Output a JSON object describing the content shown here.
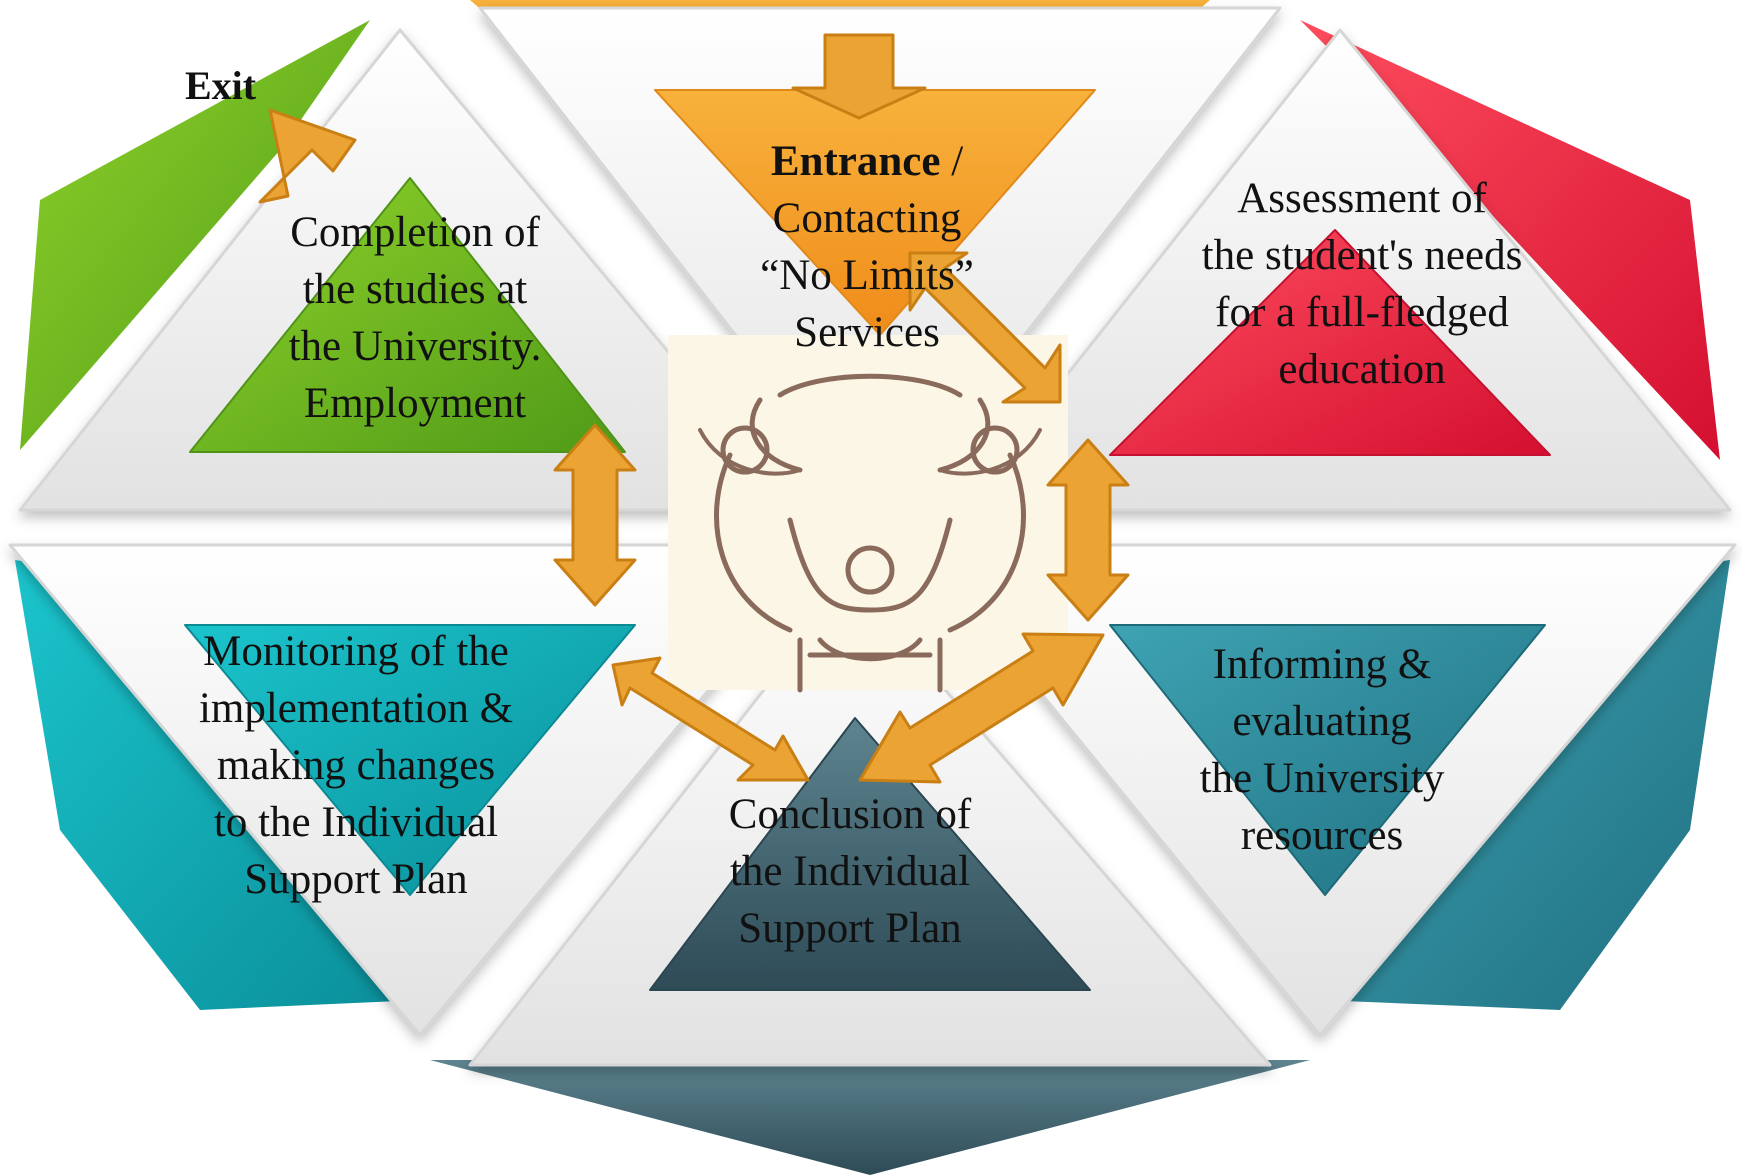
{
  "exit_label": "Exit",
  "center_logo": "people-circle-logo",
  "steps": [
    {
      "id": "entrance",
      "color": "#f5a32a",
      "bold_prefix": "Entrance",
      "lines": [
        " /",
        "Contacting",
        "“No Limits”",
        "Services"
      ]
    },
    {
      "id": "assessment",
      "color": "#e41a3c",
      "lines": [
        "Assessment of",
        "the student's needs",
        "for a full-fledged",
        "education"
      ]
    },
    {
      "id": "informing",
      "color": "#2b8fa0",
      "lines": [
        "Informing &",
        "evaluating",
        "the University",
        "resources"
      ]
    },
    {
      "id": "conclusion",
      "color": "#3c6470",
      "lines": [
        "Conclusion of",
        "the Individual",
        "Support Plan"
      ]
    },
    {
      "id": "monitoring",
      "color": "#12b7c0",
      "lines": [
        "Monitoring of the",
        "implementation &",
        "making changes",
        "to the Individual",
        "Support Plan"
      ]
    },
    {
      "id": "completion",
      "color": "#63b320",
      "lines": [
        "Completion of",
        "the studies at",
        "the University.",
        "Employment"
      ]
    }
  ],
  "colors": {
    "arrow": "#eba433",
    "arrow_stroke": "#c97f14",
    "logo_bg": "#fbf6e6",
    "logo_ink": "#8a6a5a"
  }
}
